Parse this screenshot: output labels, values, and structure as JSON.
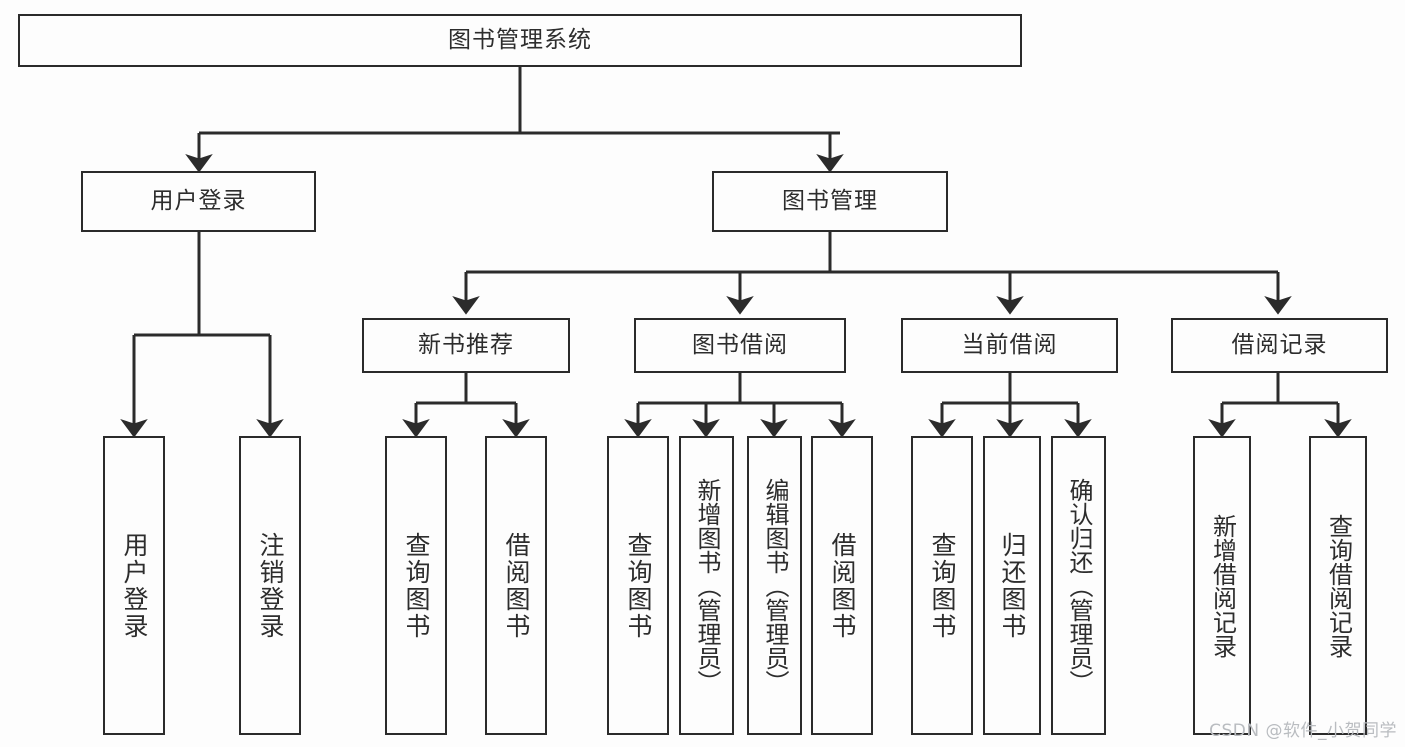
{
  "diagram": {
    "title": "图书管理系统",
    "watermark": "CSDN @软件_小贺同学",
    "colors": {
      "line": "#2b2b2b",
      "box_border": "#2b2b2b",
      "box_fill": "#fdfdfd",
      "text": "#2d2d2d",
      "background": "#fdfdfd",
      "watermark": "#b9bcc0"
    },
    "levels": {
      "root": {
        "label": "图书管理系统"
      },
      "level1": [
        {
          "label": "用户登录"
        },
        {
          "label": "图书管理"
        }
      ],
      "level2": [
        {
          "label": "新书推荐"
        },
        {
          "label": "图书借阅"
        },
        {
          "label": "当前借阅"
        },
        {
          "label": "借阅记录"
        }
      ],
      "leaves": [
        {
          "label": "用户登录",
          "parent": "用户登录"
        },
        {
          "label": "注销登录",
          "parent": "用户登录"
        },
        {
          "label": "查询图书",
          "parent": "新书推荐"
        },
        {
          "label": "借阅图书",
          "parent": "新书推荐"
        },
        {
          "label": "查询图书",
          "parent": "图书借阅"
        },
        {
          "label": "新增图书（管理员）",
          "parent": "图书借阅"
        },
        {
          "label": "编辑图书（管理员）",
          "parent": "图书借阅"
        },
        {
          "label": "借阅图书",
          "parent": "图书借阅"
        },
        {
          "label": "查询图书",
          "parent": "当前借阅"
        },
        {
          "label": "归还图书",
          "parent": "当前借阅"
        },
        {
          "label": "确认归还（管理员）",
          "parent": "当前借阅"
        },
        {
          "label": "新增借阅记录",
          "parent": "借阅记录"
        },
        {
          "label": "查询借阅记录",
          "parent": "借阅记录"
        }
      ]
    }
  }
}
